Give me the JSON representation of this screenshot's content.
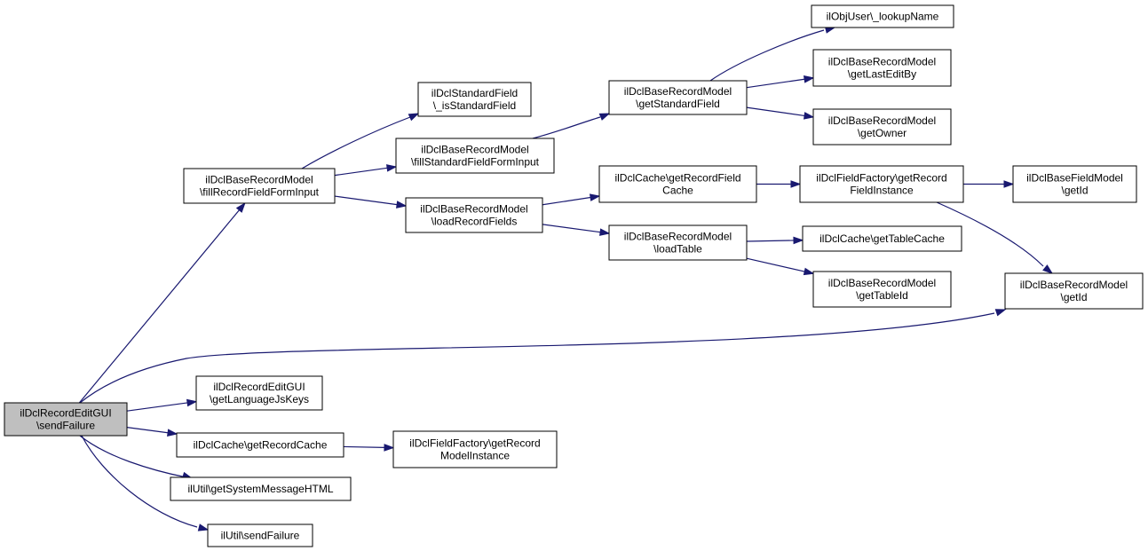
{
  "colors": {
    "edge": "#191970",
    "node_border": "#000000",
    "root_fill": "#bfbfbf",
    "node_fill": "#ffffff"
  },
  "nodes": [
    {
      "id": "root",
      "lines": [
        "ilDclRecordEditGUI",
        "\\sendFailure"
      ],
      "root": true
    },
    {
      "id": "fillRecordFieldFormInput",
      "lines": [
        "ilDclBaseRecordModel",
        "\\fillRecordFieldFormInput"
      ]
    },
    {
      "id": "isStandardField",
      "lines": [
        "ilDclStandardField",
        "\\_isStandardField"
      ]
    },
    {
      "id": "fillStandardFieldFormInput",
      "lines": [
        "ilDclBaseRecordModel",
        "\\fillStandardFieldFormInput"
      ]
    },
    {
      "id": "getStandardField",
      "lines": [
        "ilDclBaseRecordModel",
        "\\getStandardField"
      ]
    },
    {
      "id": "lookupName",
      "lines": [
        "ilObjUser\\_lookupName"
      ]
    },
    {
      "id": "getLastEditBy",
      "lines": [
        "ilDclBaseRecordModel",
        "\\getLastEditBy"
      ]
    },
    {
      "id": "getOwner",
      "lines": [
        "ilDclBaseRecordModel",
        "\\getOwner"
      ]
    },
    {
      "id": "loadRecordFields",
      "lines": [
        "ilDclBaseRecordModel",
        "\\loadRecordFields"
      ]
    },
    {
      "id": "getRecordFieldCache",
      "lines": [
        "ilDclCache\\getRecordField",
        "Cache"
      ]
    },
    {
      "id": "getRecordFieldInstance",
      "lines": [
        "ilDclFieldFactory\\getRecord",
        "FieldInstance"
      ]
    },
    {
      "id": "fieldGetId",
      "lines": [
        "ilDclBaseFieldModel",
        "\\getId"
      ]
    },
    {
      "id": "loadTable",
      "lines": [
        "ilDclBaseRecordModel",
        "\\loadTable"
      ]
    },
    {
      "id": "getTableCache",
      "lines": [
        "ilDclCache\\getTableCache"
      ]
    },
    {
      "id": "getTableId",
      "lines": [
        "ilDclBaseRecordModel",
        "\\getTableId"
      ]
    },
    {
      "id": "recordGetId",
      "lines": [
        "ilDclBaseRecordModel",
        "\\getId"
      ]
    },
    {
      "id": "getLanguageJsKeys",
      "lines": [
        "ilDclRecordEditGUI",
        "\\getLanguageJsKeys"
      ]
    },
    {
      "id": "getRecordCache",
      "lines": [
        "ilDclCache\\getRecordCache"
      ]
    },
    {
      "id": "getRecordModelInstance",
      "lines": [
        "ilDclFieldFactory\\getRecord",
        "ModelInstance"
      ]
    },
    {
      "id": "getSystemMessageHTML",
      "lines": [
        "ilUtil\\getSystemMessageHTML"
      ]
    },
    {
      "id": "utilSendFailure",
      "lines": [
        "ilUtil\\sendFailure"
      ]
    }
  ],
  "edges": [
    [
      "root",
      "fillRecordFieldFormInput"
    ],
    [
      "root",
      "recordGetId"
    ],
    [
      "root",
      "getLanguageJsKeys"
    ],
    [
      "root",
      "getRecordCache"
    ],
    [
      "root",
      "getSystemMessageHTML"
    ],
    [
      "root",
      "utilSendFailure"
    ],
    [
      "fillRecordFieldFormInput",
      "isStandardField"
    ],
    [
      "fillRecordFieldFormInput",
      "fillStandardFieldFormInput"
    ],
    [
      "fillRecordFieldFormInput",
      "loadRecordFields"
    ],
    [
      "fillStandardFieldFormInput",
      "getStandardField"
    ],
    [
      "getStandardField",
      "lookupName"
    ],
    [
      "getStandardField",
      "getLastEditBy"
    ],
    [
      "getStandardField",
      "getOwner"
    ],
    [
      "loadRecordFields",
      "getRecordFieldCache"
    ],
    [
      "loadRecordFields",
      "loadTable"
    ],
    [
      "getRecordFieldCache",
      "getRecordFieldInstance"
    ],
    [
      "getRecordFieldInstance",
      "fieldGetId"
    ],
    [
      "getRecordFieldInstance",
      "recordGetId"
    ],
    [
      "loadTable",
      "getTableCache"
    ],
    [
      "loadTable",
      "getTableId"
    ],
    [
      "getRecordCache",
      "getRecordModelInstance"
    ]
  ]
}
